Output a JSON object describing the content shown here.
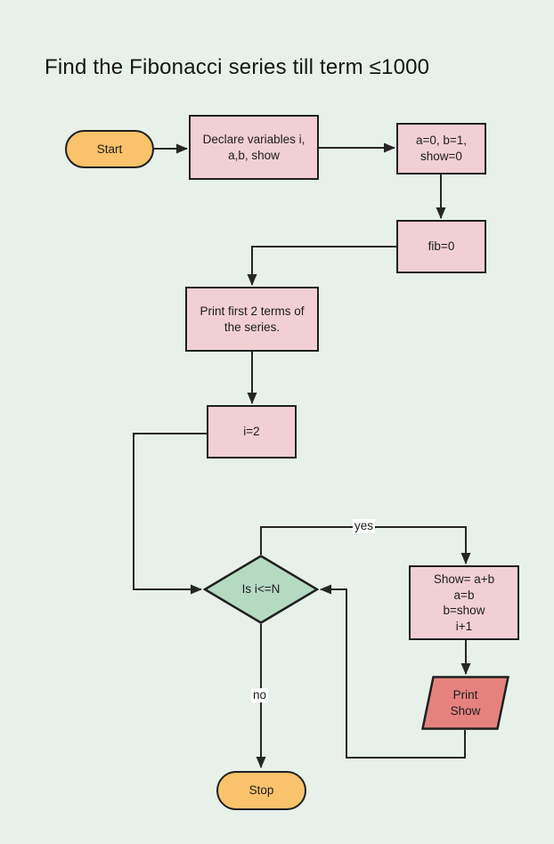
{
  "title": "Find the Fibonacci series till term ≤1000",
  "nodes": {
    "start": {
      "label": "Start",
      "shape": "terminal"
    },
    "declare": {
      "label": "Declare variables i,\na,b, show",
      "shape": "process"
    },
    "init": {
      "label": "a=0, b=1,\nshow=0",
      "shape": "process"
    },
    "fib": {
      "label": "fib=0",
      "shape": "process"
    },
    "print2": {
      "label": "Print first 2 terms of\nthe series.",
      "shape": "process"
    },
    "i2": {
      "label": "i=2",
      "shape": "process"
    },
    "decision": {
      "label": "Is i<=N",
      "shape": "decision"
    },
    "show": {
      "label": "Show= a+b\na=b\nb=show\ni+1",
      "shape": "process"
    },
    "printshow": {
      "label": "Print\nShow",
      "shape": "io"
    },
    "stop": {
      "label": "Stop",
      "shape": "terminal"
    }
  },
  "edge_labels": {
    "yes": "yes",
    "no": "no"
  },
  "colors": {
    "background": "#E7F1EA",
    "process_fill": "#F2CFD5",
    "terminal_fill": "#F9C26B",
    "decision_fill": "#B5DAC2",
    "io_fill": "#E5827E",
    "border": "#1F1F1F",
    "connector": "#262626",
    "text": "#1C1C1C",
    "edge_label_background": "#FFFFFF"
  }
}
